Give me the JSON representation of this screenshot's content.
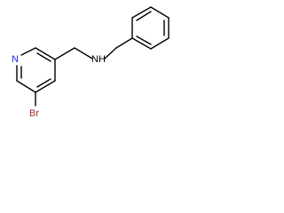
{
  "molecule": {
    "atoms": {
      "pyridine_n": {
        "label": "N",
        "color": "#1a1aff"
      },
      "amine_nh": {
        "label": "NH",
        "color": "#000000"
      },
      "bromine": {
        "label": "Br",
        "color": "#a52a2a"
      }
    }
  }
}
